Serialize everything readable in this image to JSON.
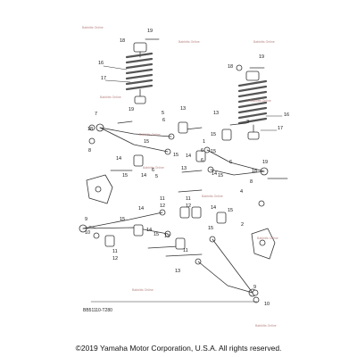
{
  "diagram": {
    "part_code": "BB51110-T280",
    "copyright": "©2019 Yamaha Motor Corporation, U.S.A. All rights reserved.",
    "watermark_text": "Babbitts Online",
    "line_color": "#333333",
    "spring_color": "#555555",
    "callouts": [
      {
        "id": "c19a",
        "text": "19"
      },
      {
        "id": "c18a",
        "text": "18"
      },
      {
        "id": "c16a",
        "text": "16"
      },
      {
        "id": "c17a",
        "text": "17"
      },
      {
        "id": "c7a",
        "text": "7"
      },
      {
        "id": "c18b",
        "text": "18"
      },
      {
        "id": "c19b",
        "text": "19"
      },
      {
        "id": "c16b",
        "text": "16"
      },
      {
        "id": "c17b",
        "text": "17"
      },
      {
        "id": "c19c",
        "text": "19"
      },
      {
        "id": "c18c",
        "text": "18"
      },
      {
        "id": "c8a",
        "text": "8"
      },
      {
        "id": "c5a",
        "text": "5"
      },
      {
        "id": "c13a",
        "text": "13"
      },
      {
        "id": "c6a",
        "text": "6"
      },
      {
        "id": "c15a",
        "text": "15"
      },
      {
        "id": "c15b",
        "text": "15"
      },
      {
        "id": "c14a",
        "text": "14"
      },
      {
        "id": "c15c",
        "text": "15"
      },
      {
        "id": "c14b",
        "text": "14"
      },
      {
        "id": "c6b",
        "text": "6"
      },
      {
        "id": "c5b",
        "text": "5"
      },
      {
        "id": "c13b",
        "text": "13"
      },
      {
        "id": "c3a",
        "text": "3"
      },
      {
        "id": "c15d",
        "text": "15"
      },
      {
        "id": "c14c",
        "text": "14"
      },
      {
        "id": "c1a",
        "text": "1"
      },
      {
        "id": "c6c",
        "text": "6"
      },
      {
        "id": "c13c",
        "text": "13"
      },
      {
        "id": "c6d",
        "text": "6"
      },
      {
        "id": "c15e",
        "text": "15"
      },
      {
        "id": "c14d",
        "text": "14"
      },
      {
        "id": "c6e",
        "text": "6"
      },
      {
        "id": "c15f",
        "text": "15"
      },
      {
        "id": "c19d",
        "text": "19"
      },
      {
        "id": "c18d",
        "text": "18"
      },
      {
        "id": "c8b",
        "text": "8"
      },
      {
        "id": "c4a",
        "text": "4"
      },
      {
        "id": "c11a",
        "text": "11"
      },
      {
        "id": "c12a",
        "text": "12"
      },
      {
        "id": "c14e",
        "text": "14"
      },
      {
        "id": "c15g",
        "text": "15"
      },
      {
        "id": "c11b",
        "text": "11"
      },
      {
        "id": "c12b",
        "text": "12"
      },
      {
        "id": "c14f",
        "text": "14"
      },
      {
        "id": "c15h",
        "text": "15"
      },
      {
        "id": "c9a",
        "text": "9"
      },
      {
        "id": "c10a",
        "text": "10"
      },
      {
        "id": "c11c",
        "text": "11"
      },
      {
        "id": "c12c",
        "text": "12"
      },
      {
        "id": "c14g",
        "text": "14"
      },
      {
        "id": "c15i",
        "text": "15"
      },
      {
        "id": "c11d",
        "text": "11"
      },
      {
        "id": "c15j",
        "text": "15"
      },
      {
        "id": "c13d",
        "text": "13"
      },
      {
        "id": "c2a",
        "text": "2"
      },
      {
        "id": "c13e",
        "text": "13"
      },
      {
        "id": "c9b",
        "text": "9"
      },
      {
        "id": "c10b",
        "text": "10"
      }
    ]
  }
}
